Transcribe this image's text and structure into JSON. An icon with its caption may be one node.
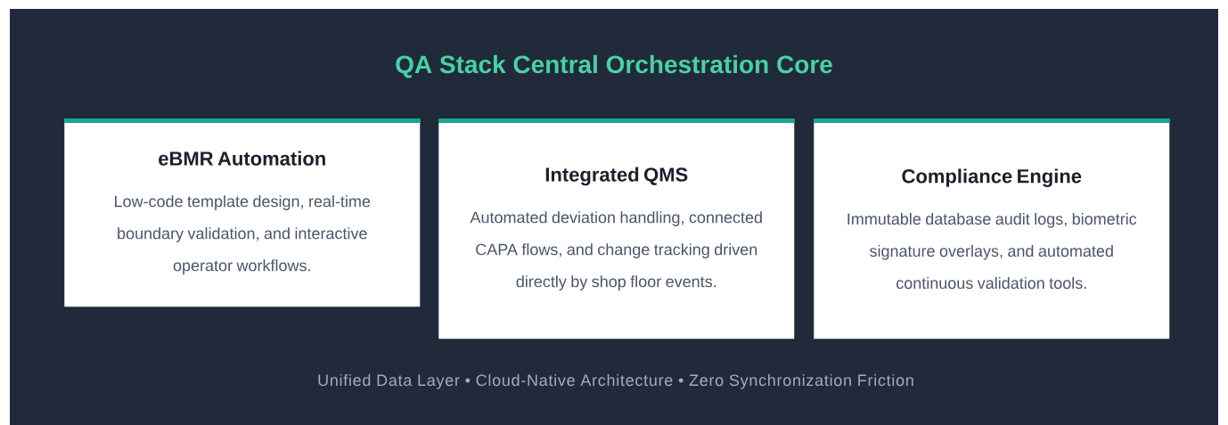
{
  "diagram": {
    "title": "QA Stack Central Orchestration Core",
    "nodes": [
      {
        "text": [
          "eBMR Automation",
          "Low-code template design, real-time boundary validation, and interactive operator workflows."
        ]
      },
      {
        "text": [
          "Integrated QMS",
          "Automated deviation handling, connected CAPA flows, and change tracking driven directly by shop floor events."
        ]
      },
      {
        "text": [
          "Compliance Engine",
          "Immutable database audit logs, biometric signature overlays, and automated continuous validation tools."
        ]
      }
    ],
    "labels": [
      "Unified Data Layer • Cloud-Native Architecture • Zero Synchronization Friction"
    ]
  }
}
